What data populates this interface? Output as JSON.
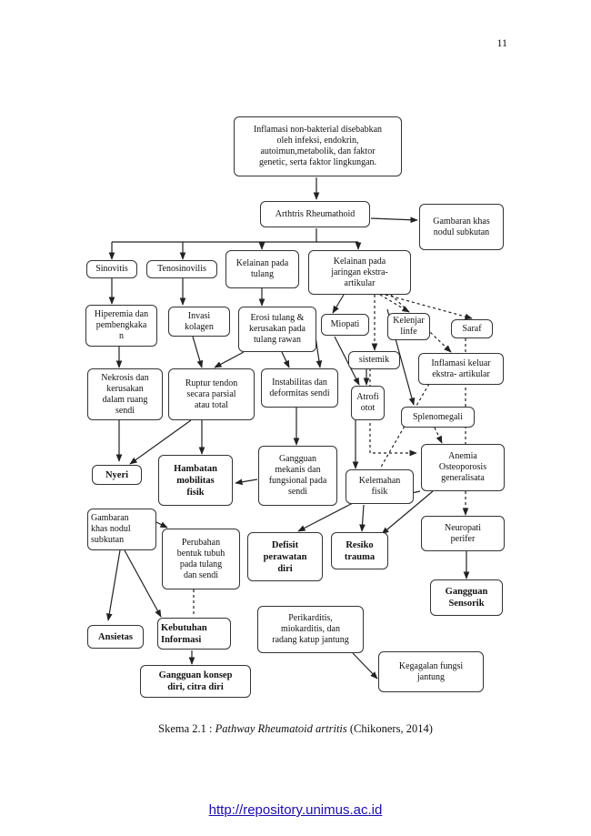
{
  "page_number": "11",
  "nodes": {
    "inflamasi": "Inflamasi non-bakterial disebabkan\noleh infeksi, endokrin,\nautoimun,metabolik, dan faktor\ngenetic, serta faktor lingkungan.",
    "arthritis": "Arthtris Rheumathoid",
    "gambaran_khas_top": "Gambaran khas\nnodul subkutan",
    "sinovitis": "Sinovitis",
    "tenosinovilis": "Tenosinovilis",
    "kelainan_tulang": "Kelainan pada\ntulang",
    "kelainan_jaringan": "Kelainan pada\njaringan ekstra-\nartikular",
    "hiperemia": "Hiperemia dan\npembengkaka\nn",
    "invasi_kolagen": "Invasi\nkolagen",
    "erosi_tulang": "Erosi tulang &\nkerusakan pada\ntulang rawan",
    "miopati": "Miopati",
    "kelenjar_linfe": "Kelenjar\nlinfe",
    "saraf": "Saraf",
    "sistemik": "sistemik",
    "inflamasi_keluar": "Inflamasi keluar\nekstra- artikular",
    "nekrosis": "Nekrosis dan\nkerusakan\ndalam ruang\nsendi",
    "ruptur_tendon": "Ruptur tendon\nsecara parsial\natau total",
    "instabilitas": "Instabilitas dan\ndeformitas sendi",
    "atrofi_otot": "Atrofi\notot",
    "splenomegali": "Splenomegali",
    "nyeri": "Nyeri",
    "hambatan_mobilitas": "Hambatan\nmobilitas\nfisik",
    "gangguan_mekanis": "Gangguan\nmekanis dan\nfungsional pada\nsendi",
    "kelemahan_fisik": "Kelemahan\nfisik",
    "anemia": "Anemia\nOsteoporosis\ngeneralisata",
    "gambaran_khas_left": "Gambaran\nkhas nodul\nsubkutan",
    "perubahan_bentuk": "Perubahan\nbentuk tubuh\npada tulang\ndan sendi",
    "defisit_perawatan": "Defisit\nperawatan\ndiri",
    "resiko_trauma": "Resiko\ntrauma",
    "neuropati": "Neuropati\nperifer",
    "gangguan_sensorik": "Gangguan\nSensorik",
    "ansietas": "Ansietas",
    "kebutuhan_informasi": "Kebutuhan\nInformasi",
    "perikarditis": "Perikarditis,\nmiokarditis, dan\nradang katup jantung",
    "kegagalan_jantung": "Kegagalan fungsi\njantung",
    "gangguan_konsep": "Gangguan konsep\ndiri, citra diri"
  },
  "caption": {
    "prefix": "Skema 2.1 : ",
    "title_italic": "Pathway Rheumatoid artritis",
    "source": " (Chikoners, 2014)"
  },
  "footer_link": "http://repository.unimus.ac.id"
}
